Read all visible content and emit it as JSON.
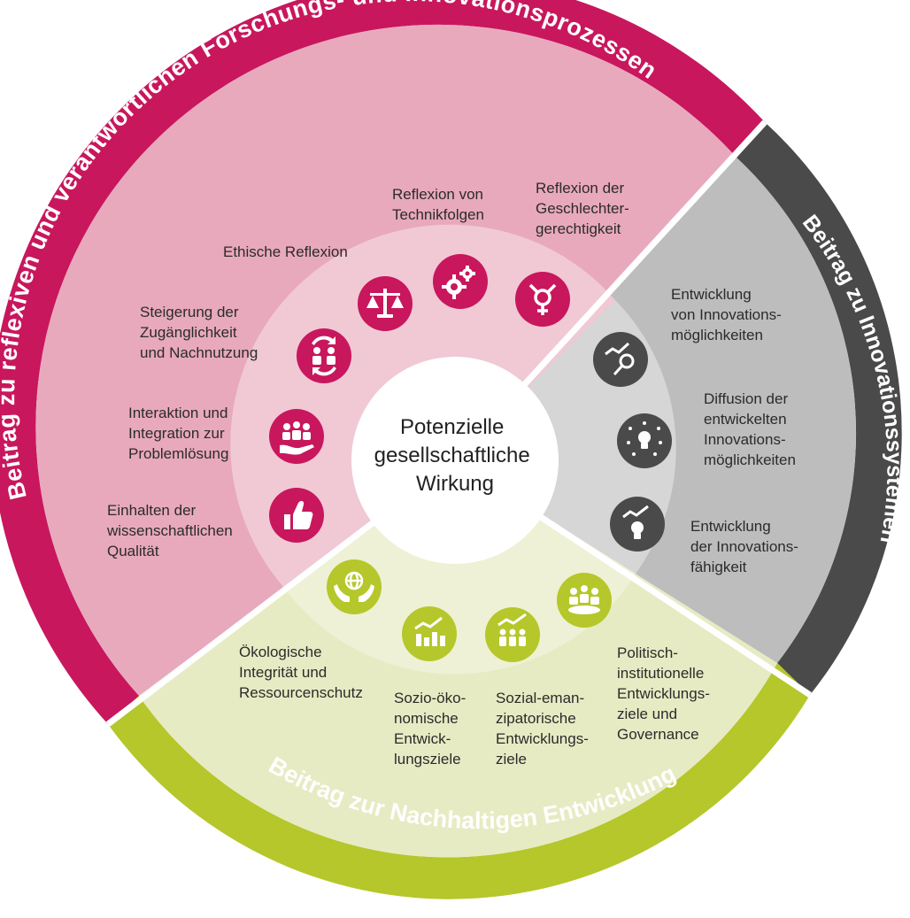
{
  "center": {
    "lines": [
      "Potenzielle",
      "gesellschaftliche",
      "Wirkung"
    ]
  },
  "colors": {
    "magenta": "#c8175d",
    "pink_light": "#e8a9bd",
    "pink_inner": "#f0c9d5",
    "gray_dark": "#4a4a4a",
    "gray_light": "#bdbdbd",
    "gray_inner": "#d6d6d6",
    "green": "#b5c72a",
    "green_light": "#e7ebc3",
    "green_inner": "#eef1d5",
    "center_bg": "#ffffff"
  },
  "rings": {
    "reflexive": "Beitrag zu reflexiven und verantwortlichen Forschungs- und Innovationsprozessen",
    "innovation": "Beitrag zu Innovationssystemen",
    "sustainable": "Beitrag zur Nachhaltigen Entwicklung"
  },
  "items": {
    "reflexive": [
      {
        "icon": "thumbs-up-icon",
        "lines": [
          "Einhalten der",
          "wissenschaftlichen",
          "Qualität"
        ]
      },
      {
        "icon": "people-hand-icon",
        "lines": [
          "Interaktion und",
          "Integration zur",
          "Problemlösung"
        ]
      },
      {
        "icon": "cycle-people-icon",
        "lines": [
          "Steigerung der",
          "Zugänglichkeit",
          "und Nachnutzung"
        ]
      },
      {
        "icon": "scales-icon",
        "lines": [
          "Ethische Reflexion"
        ]
      },
      {
        "icon": "gears-icon",
        "lines": [
          "Reflexion von",
          "Technikfolgen"
        ]
      },
      {
        "icon": "gender-icon",
        "lines": [
          "Reflexion der",
          "Geschlechter-",
          "gerechtigkeit"
        ]
      }
    ],
    "innovation": [
      {
        "icon": "trend-magnifier-icon",
        "lines": [
          "Entwicklung",
          "von Innovations-",
          "möglichkeiten"
        ]
      },
      {
        "icon": "lightbulb-diffusion-icon",
        "lines": [
          "Diffusion der",
          "entwickelten",
          "Innovations-",
          "möglichkeiten"
        ]
      },
      {
        "icon": "trend-lightbulb-icon",
        "lines": [
          "Entwicklung",
          "der Innovations-",
          "fähigkeit"
        ]
      }
    ],
    "sustainable": [
      {
        "icon": "globe-hands-icon",
        "lines": [
          "Ökologische",
          "Integrität und",
          "Ressourcenschutz"
        ]
      },
      {
        "icon": "bar-chart-icon",
        "lines": [
          "Sozio-öko-",
          "nomische",
          "Entwick-",
          "lungsziele"
        ]
      },
      {
        "icon": "people-trend-icon",
        "lines": [
          "Sozial-eman-",
          "zipatorische",
          "Entwicklungs-",
          "ziele"
        ]
      },
      {
        "icon": "group-table-icon",
        "lines": [
          "Politisch-",
          "institutionelle",
          "Entwicklungs-",
          "ziele und",
          "Governance"
        ]
      }
    ]
  }
}
